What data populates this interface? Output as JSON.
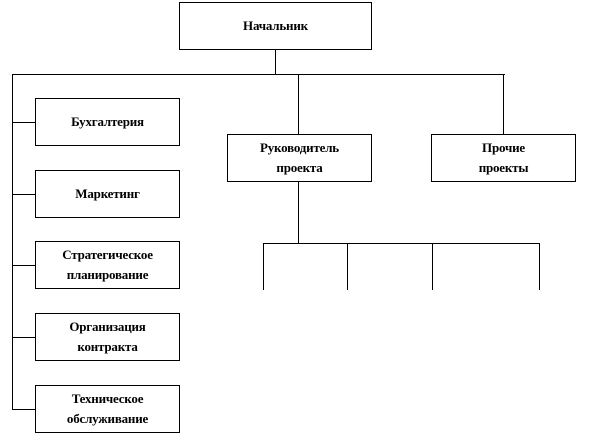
{
  "nodes": {
    "head": "Начальник",
    "accounting": "Бухгалтерия",
    "marketing": "Маркетинг",
    "strategic": "Стратегическое\nпланирование",
    "contract": "Организация\nконтракта",
    "maintenance": "Техническое\nобслуживание",
    "project_manager": "Руководитель\nпроекта",
    "other_projects": "Прочие\nпроекты"
  },
  "colors": {
    "line": "#000000",
    "box_border": "#000000",
    "background": "#ffffff"
  }
}
